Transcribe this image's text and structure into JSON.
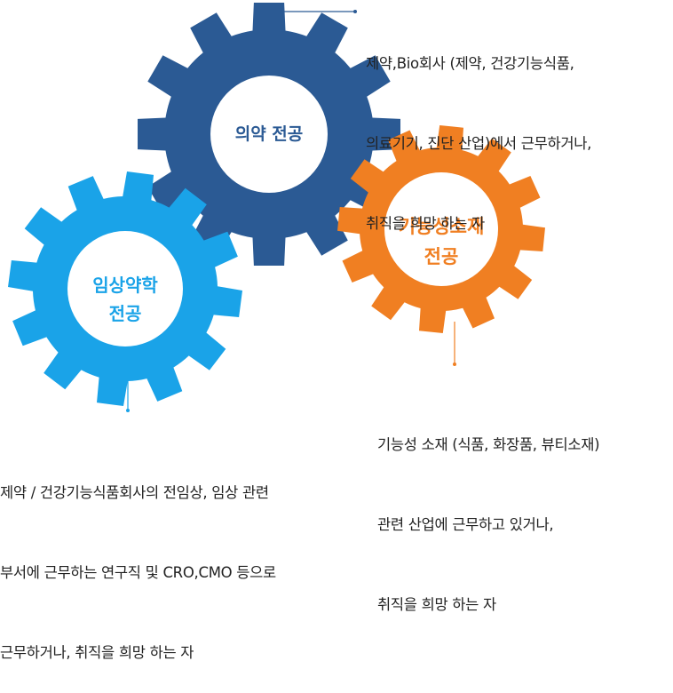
{
  "colors": {
    "pharma_gear": "#2b5a94",
    "functional_gear": "#f07f22",
    "clinical_gear": "#1aa3e8",
    "pharma_text": "#2b5a94",
    "functional_text": "#f07f22",
    "clinical_text": "#1aa3e8",
    "leader_line": "#2b5a94",
    "leader_orange": "#f07f22",
    "leader_cyan": "#1aa3e8"
  },
  "gears": {
    "pharma": {
      "label": "의약 전공"
    },
    "functional": {
      "label_line1": "기능성소재",
      "label_line2": "전공"
    },
    "clinical": {
      "label_line1": "임상약학",
      "label_line2": "전공"
    }
  },
  "descriptions": {
    "pharma": [
      "제약,Bio회사 (제약, 건강기능식품,",
      "의료기기, 진단 산업)에서 근무하거나,",
      "취직을 희망 하는 자"
    ],
    "functional": [
      "기능성 소재 (식품, 화장품, 뷰티소재)",
      "관련 산업에 근무하고 있거나,",
      "취직을 희망 하는 자"
    ],
    "clinical": [
      "제약 / 건강기능식품회사의 전임상, 임상 관련",
      "부서에 근무하는 연구직 및 CRO,CMO 등으로",
      "근무하거나, 취직을 희망 하는 자"
    ]
  }
}
